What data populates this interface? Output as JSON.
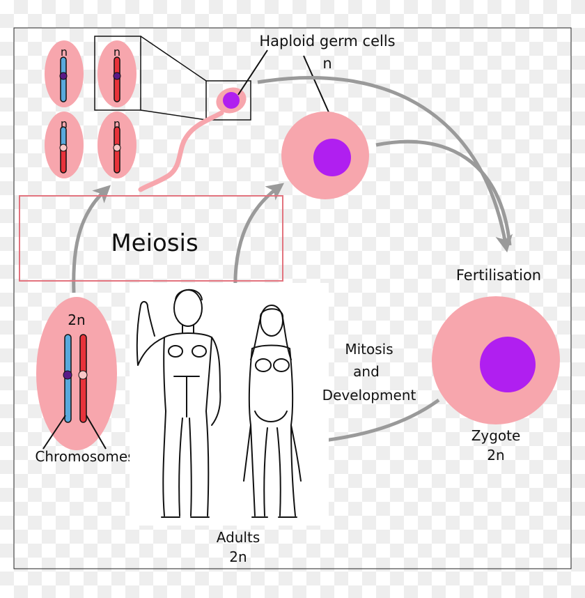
{
  "labels": {
    "haploid_germ_cells": "Haploid germ cells",
    "haploid_n": "n",
    "meiosis": "Meiosis",
    "fertilisation": "Fertilisation",
    "mitosis_line1": "Mitosis",
    "mitosis_line2": "and",
    "mitosis_line3": "Development",
    "zygote": "Zygote",
    "zygote_ploidy": "2n",
    "adults": "Adults",
    "adults_ploidy": "2n",
    "chromosomes": "Chromosomes",
    "diploid_ploidy": "2n",
    "gamete_ploidy_1": "n",
    "gamete_ploidy_2": "n",
    "gamete_ploidy_3": "n",
    "gamete_ploidy_4": "n"
  },
  "colors": {
    "cell_pink": "#f7a6ad",
    "nucleus_purple": "#b01ff0",
    "chromosome_blue": "#59a9dc",
    "chromosome_red": "#e8333b",
    "arrow_gray": "#9a9a9a",
    "meiosis_box": "#e2737e"
  },
  "icons": [
    "sperm-icon",
    "egg-cell-icon",
    "zygote-icon",
    "male-figure-icon",
    "female-figure-icon"
  ]
}
